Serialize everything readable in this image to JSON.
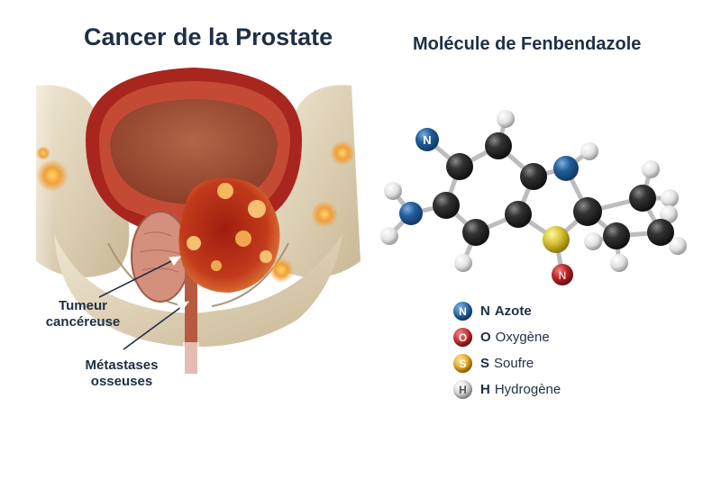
{
  "left_panel": {
    "title": "Cancer de la Prostate",
    "labels": {
      "tumor_line1": "Tumeur",
      "tumor_line2": "cancéreuse",
      "meta_line1": "Métastases",
      "meta_line2": "osseuses"
    }
  },
  "right_panel": {
    "title": "Molécule de Fenbendazole",
    "legend": [
      {
        "symbol": "N",
        "name": "Azote",
        "color": "#1f5f9e",
        "ball_label": "N"
      },
      {
        "symbol": "O",
        "name": "Oxygène",
        "color": "#c0262b",
        "ball_label": "O"
      },
      {
        "symbol": "S",
        "name": "Soufre",
        "color": "#e2a21c",
        "ball_label": "S"
      },
      {
        "symbol": "H",
        "name": "Hydrogène",
        "color": "#c8c8c8",
        "ball_label": "H"
      }
    ],
    "atom_labels": {
      "n1": "N",
      "n2": "N"
    }
  },
  "colors": {
    "text": "#1f2f45",
    "bladder_wall": "#b8322a",
    "bladder_inner": "#a8553a",
    "bone": "#e8dcc4",
    "tumor": "#c0391c",
    "carbon": "#2e2e2e",
    "nitrogen": "#1f5f9e",
    "sulfur": "#e0c83a",
    "red_atom": "#c0262b",
    "hydrogen": "#e6e6e6"
  }
}
